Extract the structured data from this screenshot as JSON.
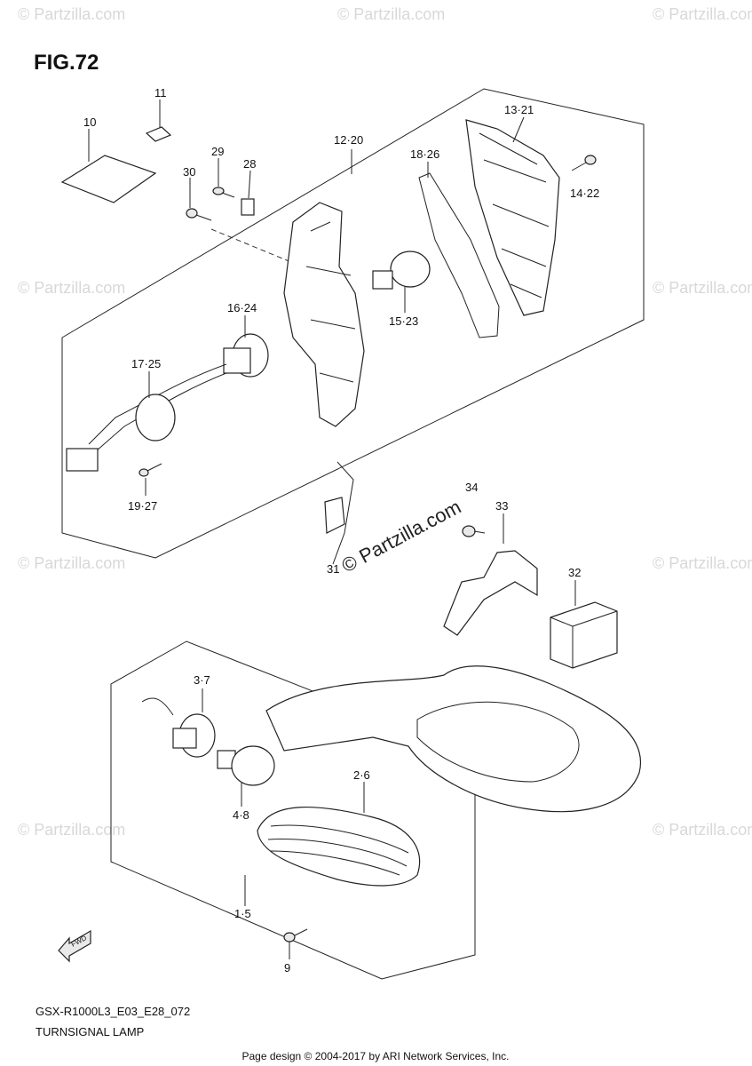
{
  "figure": {
    "title": "FIG.72",
    "model_code": "GSX-R1000L3_E03_E28_072",
    "section_name": "TURNSIGNAL LAMP",
    "fwd_label": "FWD"
  },
  "footer": "Page design © 2004-2017 by ARI Network Services, Inc.",
  "watermark": {
    "text": "© Partzilla.com",
    "center_text": "© Partzilla.com"
  },
  "callouts": [
    {
      "id": "c10",
      "label": "10"
    },
    {
      "id": "c11",
      "label": "11"
    },
    {
      "id": "c29",
      "label": "29"
    },
    {
      "id": "c28",
      "label": "28"
    },
    {
      "id": "c30",
      "label": "30"
    },
    {
      "id": "c12_20",
      "label": "12·20"
    },
    {
      "id": "c18_26",
      "label": "18·26"
    },
    {
      "id": "c13_21",
      "label": "13·21"
    },
    {
      "id": "c14_22",
      "label": "14·22"
    },
    {
      "id": "c15_23",
      "label": "15·23"
    },
    {
      "id": "c16_24",
      "label": "16·24"
    },
    {
      "id": "c17_25",
      "label": "17·25"
    },
    {
      "id": "c19_27",
      "label": "19·27"
    },
    {
      "id": "c31",
      "label": "31"
    },
    {
      "id": "c34",
      "label": "34"
    },
    {
      "id": "c33",
      "label": "33"
    },
    {
      "id": "c32",
      "label": "32"
    },
    {
      "id": "c3_7",
      "label": "3·7"
    },
    {
      "id": "c2_6",
      "label": "2·6"
    },
    {
      "id": "c4_8",
      "label": "4·8"
    },
    {
      "id": "c1_5",
      "label": "1·5"
    },
    {
      "id": "c9",
      "label": "9"
    }
  ]
}
